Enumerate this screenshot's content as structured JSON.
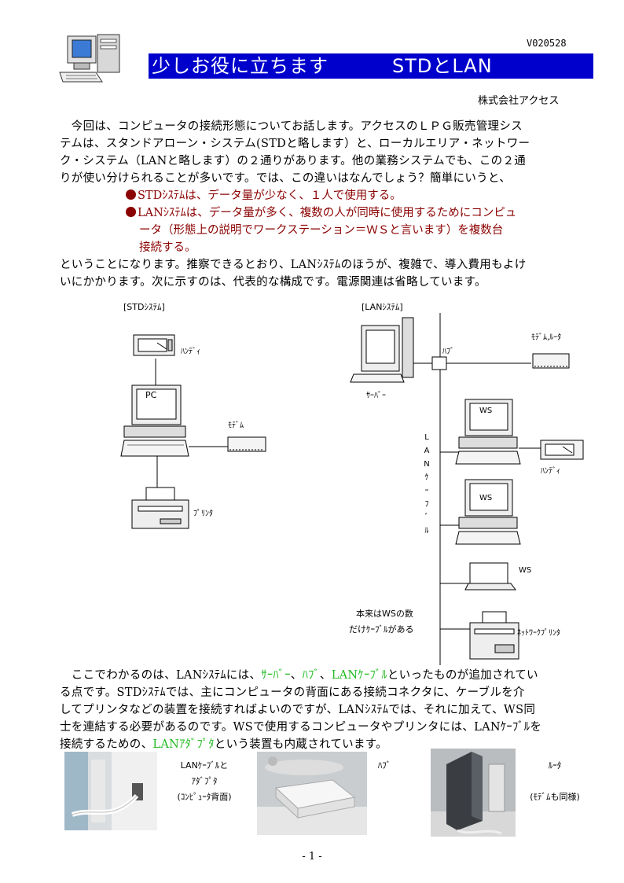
{
  "header": {
    "doc_code": "V020528",
    "title_left": "少しお役に立ちます",
    "title_right": "STDとLAN",
    "company": "株式会社アクセス"
  },
  "intro": {
    "line1": "　今回は、コンピュータの接続形態についてお話します。アクセスのＬＰＧ販売管理シス",
    "line2": "テムは、スタンドアローン・システム(STDと略します）と、ローカルエリア・ネットワー",
    "line3": "ク・システム（LANと略します）の２通りがあります。他の業務システムでも、この２通",
    "line4": "りが使い分けられることが多いです。では、この違いはなんでしょう？簡単にいうと、"
  },
  "bullets": {
    "b1": "STDｼｽﾃﾑは、データ量が少なく、１人で使用する。",
    "b2_l1": "LANｼｽﾃﾑは、データ量が多く、複数の人が同時に使用するためにコンピュ",
    "b2_l2": "ータ（形態上の説明でワークステーション＝ＷＳと言います）を複数台",
    "b2_l3": "接続する。"
  },
  "after_bullets": {
    "line1": "ということになります。推察できるとおり、LANｼｽﾃﾑのほうが、複雑で、導入費用もよけ",
    "line2": "いにかかります。次に示すのは、代表的な構成です。電源関連は省略しています。"
  },
  "diagram": {
    "std_heading": "[STDｼｽﾃﾑ]",
    "lan_heading": "[LANｼｽﾃﾑ]",
    "std_handy": "ﾊﾝﾃﾞｨ",
    "std_pc": "PC",
    "std_modem": "ﾓﾃﾞﾑ",
    "std_printer": "ﾌﾟﾘﾝﾀ",
    "lan_server": "ｻｰﾊﾞｰ",
    "lan_hub": "ﾊﾌﾞ",
    "lan_router": "ﾓﾃﾞﾑ,ﾙｰﾀ",
    "lan_ws1": "WS",
    "lan_ws2": "WS",
    "lan_ws_laptop": "WS",
    "lan_handy": "ﾊﾝﾃﾞｨ",
    "lan_cable_vertical": [
      "L",
      "A",
      "N",
      "ｹ",
      "ｰ",
      "ﾌ",
      "ﾞ",
      "ﾙ"
    ],
    "note_l1": "本来はWSの数",
    "note_l2": "だけｹｰﾌﾞﾙがある",
    "lan_net_printer": "ﾈｯﾄﾜｰｸﾌﾟﾘﾝﾀ"
  },
  "body2": {
    "l1_a": "　ここでわかるのは、LANｼｽﾃﾑには、",
    "l1_server": "ｻｰﾊﾞｰ",
    "l1_sep1": "、",
    "l1_hub": "ﾊﾌﾞ",
    "l1_sep2": "、",
    "l1_cable": "LANｹｰﾌﾞﾙ",
    "l1_b": "といったものが追加されてい",
    "line2": "る点です。STDｼｽﾃﾑでは、主にコンピュータの背面にある接続コネクタに、ケーブルを介",
    "line3": "してプリンタなどの装置を接続すればよいのですが、LANｼｽﾃﾑでは、それに加えて、WS同",
    "line4": "士を連結する必要があるのです。WSで使用するコンピュータやプリンタには、LANｹｰﾌﾞﾙを",
    "l5_a": "接続するための、",
    "l5_adapter": "LANｱﾀﾞﾌﾟﾀ",
    "l5_b": "という装置も内蔵されています。"
  },
  "photos": {
    "cap1": "LANｹｰﾌﾞﾙと\nｱﾀﾞﾌﾟﾀ\n(ｺﾝﾋﾟｭｰﾀ背面)",
    "cap2": "ﾊﾌﾞ",
    "cap3": "ﾙｰﾀ\n\n(ﾓﾃﾞﾑも同様)"
  },
  "footer": {
    "page": "- 1 -"
  },
  "colors": {
    "title_bg": "#0000cc",
    "bullet_red": "#8b0000",
    "highlight_green": "#22bb22"
  }
}
